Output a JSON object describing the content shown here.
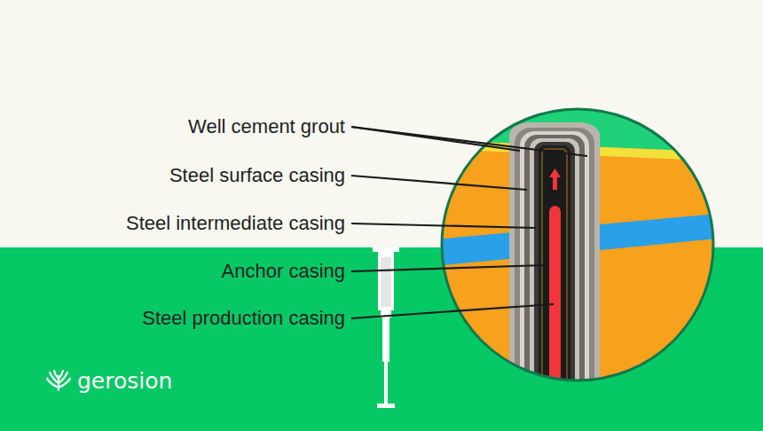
{
  "diagram": {
    "labels": [
      "Well cement grout",
      "Steel surface casing",
      "Steel intermediate casing",
      "Anchor casing",
      "Steel production casing",
      "gerosion"
    ]
  }
}
